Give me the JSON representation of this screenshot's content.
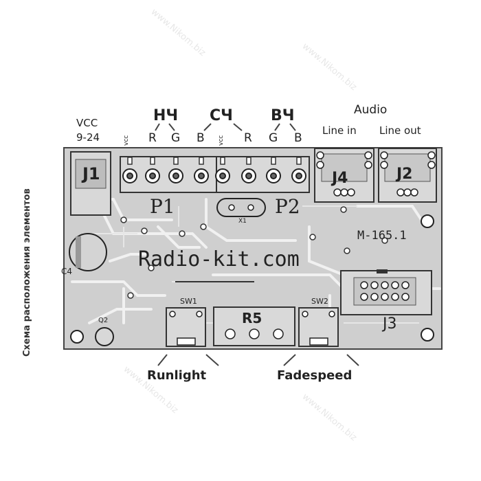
{
  "top_labels": {
    "vcc": "VCC",
    "vcc_range": "9-24",
    "group_lf": "НЧ",
    "group_mf": "СЧ",
    "group_hf": "ВЧ",
    "audio": "Audio",
    "line_in": "Line in",
    "line_out": "Line out"
  },
  "pins": [
    {
      "label": "vcc"
    },
    {
      "label": "R"
    },
    {
      "label": "G"
    },
    {
      "label": "B"
    },
    {
      "label": "vcc"
    },
    {
      "label": "R"
    },
    {
      "label": "G"
    },
    {
      "label": "B"
    }
  ],
  "board": {
    "j1": "J1",
    "j2": "J2",
    "j3": "J3",
    "j4": "J4",
    "p1": "P1",
    "p2": "P2",
    "x1": "X1",
    "model": "M-165.1",
    "brand": "Radio-kit.com",
    "c4": "C4",
    "q2": "Q2",
    "r5": "R5",
    "sw1": "SW1",
    "sw2": "SW2"
  },
  "bottom_labels": {
    "runlight": "Runlight",
    "fadespeed": "Fadespeed"
  },
  "side_label": "Схема расположения элементов",
  "watermark": "www.Nikom.biz",
  "colors": {
    "board_fill": "#cfcfcf",
    "trace": "#f0f0f0",
    "ink": "#222222"
  }
}
